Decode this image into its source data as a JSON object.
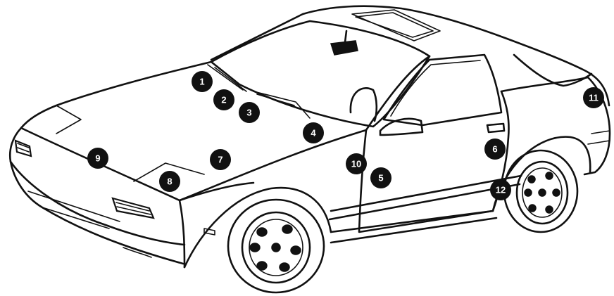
{
  "diagram": {
    "subject": "car",
    "markers": [
      {
        "label": "1",
        "part": "marker-1"
      },
      {
        "label": "2",
        "part": "marker-2"
      },
      {
        "label": "3",
        "part": "marker-3"
      },
      {
        "label": "4",
        "part": "marker-4"
      },
      {
        "label": "5",
        "part": "marker-5"
      },
      {
        "label": "6",
        "part": "marker-6"
      },
      {
        "label": "7",
        "part": "marker-7"
      },
      {
        "label": "8",
        "part": "marker-8"
      },
      {
        "label": "9",
        "part": "marker-9"
      },
      {
        "label": "10",
        "part": "marker-10"
      },
      {
        "label": "11",
        "part": "marker-11"
      },
      {
        "label": "12",
        "part": "marker-12"
      }
    ],
    "colors": {
      "line": "#111111",
      "marker_fill": "#111111",
      "marker_text": "#ffffff",
      "background": "#ffffff"
    }
  }
}
